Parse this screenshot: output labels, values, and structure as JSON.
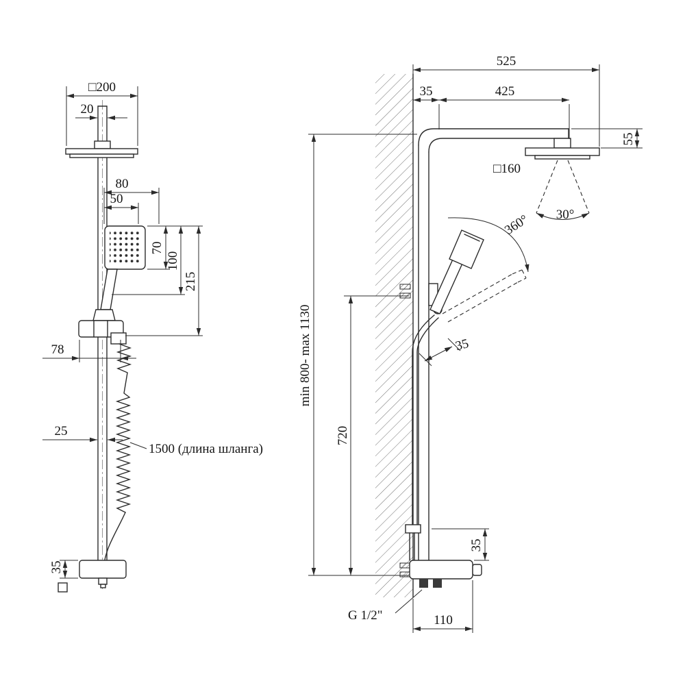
{
  "drawing": {
    "front": {
      "head_size": "□200",
      "arm_width": "20",
      "dim_80": "80",
      "dim_50": "50",
      "dim_70": "70",
      "dim_100": "100",
      "dim_215": "215",
      "dim_78": "78",
      "dim_25": "25",
      "hose_label": "1500 (длина шланга)",
      "dim_35": "35"
    },
    "side": {
      "dim_525": "525",
      "dim_35_top": "35",
      "dim_425": "425",
      "dim_55": "55",
      "head_size": "□160",
      "cone_angle": "30°",
      "swivel_angle": "360°",
      "height_range": "min 800- max 1130",
      "dim_720": "720",
      "dim_35_hand": "35",
      "dim_35_base": "35",
      "thread": "G 1/2\"",
      "dim_110": "110"
    }
  },
  "colors": {
    "line": "#2b2b2b",
    "background": "#ffffff"
  }
}
